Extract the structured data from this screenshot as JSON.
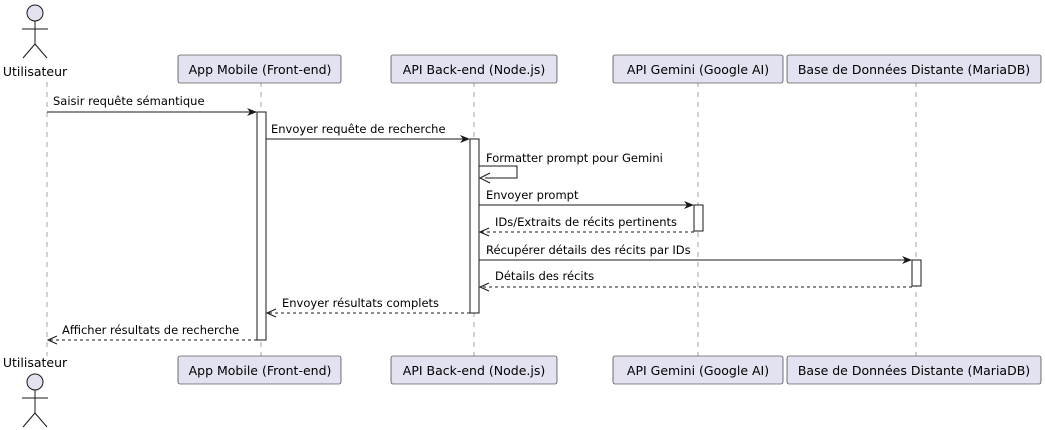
{
  "participants": [
    {
      "id": "user",
      "label": "Utilisateur",
      "kind": "actor"
    },
    {
      "id": "app",
      "label": "App Mobile (Front-end)",
      "kind": "participant"
    },
    {
      "id": "api",
      "label": "API Back-end (Node.js)",
      "kind": "participant"
    },
    {
      "id": "gemini",
      "label": "API Gemini (Google AI)",
      "kind": "participant"
    },
    {
      "id": "db",
      "label": "Base de Données Distante (MariaDB)",
      "kind": "participant"
    }
  ],
  "messages": [
    {
      "from": "user",
      "to": "app",
      "label": "Saisir requête sémantique",
      "style": "solid"
    },
    {
      "from": "app",
      "to": "api",
      "label": "Envoyer requête de recherche",
      "style": "solid"
    },
    {
      "from": "api",
      "to": "api",
      "label": "Formatter prompt pour Gemini",
      "style": "self"
    },
    {
      "from": "api",
      "to": "gemini",
      "label": "Envoyer prompt",
      "style": "solid"
    },
    {
      "from": "gemini",
      "to": "api",
      "label": "IDs/Extraits de récits pertinents",
      "style": "dashed"
    },
    {
      "from": "api",
      "to": "db",
      "label": "Récupérer détails des récits par IDs",
      "style": "solid"
    },
    {
      "from": "db",
      "to": "api",
      "label": "Détails des récits",
      "style": "dashed"
    },
    {
      "from": "api",
      "to": "app",
      "label": "Envoyer résultats complets",
      "style": "dashed"
    },
    {
      "from": "app",
      "to": "user",
      "label": "Afficher résultats de recherche",
      "style": "dashed"
    }
  ],
  "colors": {
    "participant_fill": "#e2e2f0",
    "border": "#181818",
    "lifeline": "#a6a6a6"
  }
}
